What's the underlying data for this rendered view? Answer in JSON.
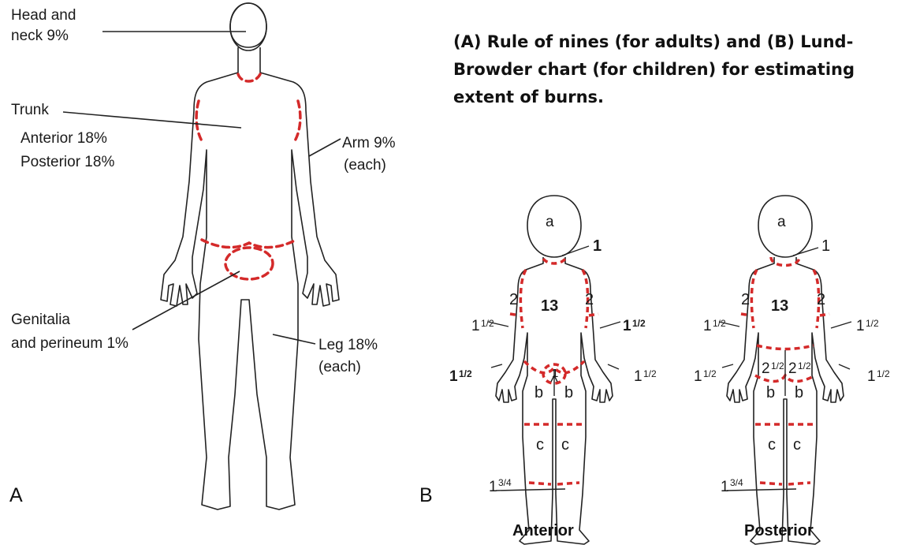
{
  "caption": "(A) Rule of nines (for adults) and (B) Lund-Browder chart (for children) for estimating extent of burns.",
  "panel_a": {
    "letter": "A",
    "labels": {
      "head_l1": "Head and",
      "head_l2": "neck 9%",
      "trunk": "Trunk",
      "anterior": "Anterior 18%",
      "posterior": "Posterior 18%",
      "arm_l1": "Arm 9%",
      "arm_l2": "(each)",
      "genitalia_l1": "Genitalia",
      "genitalia_l2": "and perineum 1%",
      "leg_l1": "Leg 18%",
      "leg_l2": "(each)"
    }
  },
  "panel_b": {
    "letter": "B",
    "anterior": {
      "view_label": "Anterior",
      "head": "a",
      "neck": "1",
      "trunk": "13",
      "upper_arm": "2",
      "forearm_whole": "1",
      "forearm_frac": "1/2",
      "hand_whole": "1",
      "hand_frac": "1/2",
      "genital": "1",
      "thigh": "b",
      "lower_leg": "c",
      "foot_whole": "1",
      "foot_frac": "3/4"
    },
    "posterior": {
      "view_label": "Posterior",
      "head": "a",
      "neck": "1",
      "trunk": "13",
      "upper_arm": "2",
      "buttock_whole": "2",
      "buttock_frac": "1/2",
      "forearm_whole": "1",
      "forearm_frac": "1/2",
      "hand_whole": "1",
      "hand_frac": "1/2",
      "thigh": "b",
      "lower_leg": "c",
      "foot_whole": "1",
      "foot_frac": "3/4"
    }
  },
  "colors": {
    "boundary": "#d42a2a",
    "outline": "#222222"
  }
}
